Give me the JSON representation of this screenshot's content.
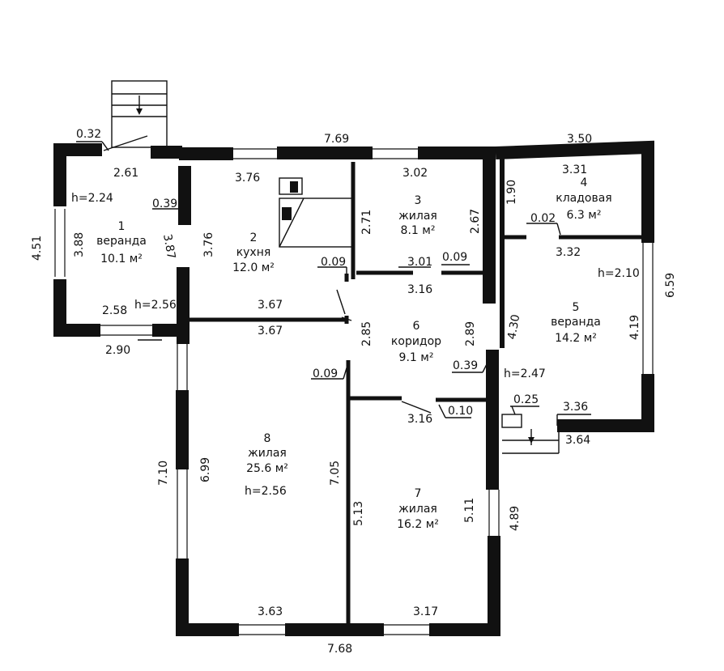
{
  "rooms": [
    {
      "num": "1",
      "name": "веранда",
      "area": "10.1 м²",
      "height": "h=2.24"
    },
    {
      "num": "2",
      "name": "кухня",
      "area": "12.0 м²"
    },
    {
      "num": "3",
      "name": "жилая",
      "area": "8.1 м²"
    },
    {
      "num": "4",
      "name": "кладовая",
      "area": "6.3 м²"
    },
    {
      "num": "5",
      "name": "веранда",
      "area": "14.2 м²",
      "height": "h=2.10"
    },
    {
      "num": "6",
      "name": "коридор",
      "area": "9.1 м²"
    },
    {
      "num": "7",
      "name": "жилая",
      "area": "16.2 м²"
    },
    {
      "num": "8",
      "name": "жилая",
      "area": "25.6 м²",
      "height": "h=2.56"
    }
  ],
  "heights": {
    "h_256_left": "h=2.56",
    "h_247": "h=2.47"
  },
  "dims": {
    "d_032": "0.32",
    "d_261": "2.61",
    "d_769": "7.69",
    "d_350": "3.50",
    "d_376_top": "3.76",
    "d_302": "3.02",
    "d_331": "3.31",
    "d_190": "1.90",
    "d_039_a": "0.39",
    "d_271": "2.71",
    "d_267": "2.67",
    "d_002": "0.02",
    "d_451": "4.51",
    "d_388": "3.88",
    "d_387": "3.87",
    "d_376_v": "3.76",
    "d_332": "3.32",
    "d_009_a": "0.09",
    "d_301": "3.01",
    "d_009_b": "0.09",
    "d_659": "6.59",
    "d_316_a": "3.16",
    "d_258": "2.58",
    "d_367_a": "3.67",
    "d_367_b": "3.67",
    "d_430": "4.30",
    "d_419": "4.19",
    "d_290": "2.90",
    "d_285": "2.85",
    "d_289": "2.89",
    "d_009_c": "0.09",
    "d_039_b": "0.39",
    "d_025": "0.25",
    "d_336": "3.36",
    "d_316_b": "3.16",
    "d_010": "0.10",
    "d_364": "3.64",
    "d_710": "7.10",
    "d_699": "6.99",
    "d_705": "7.05",
    "d_513": "5.13",
    "d_511": "5.11",
    "d_489": "4.89",
    "d_363": "3.63",
    "d_317": "3.17",
    "d_768": "7.68"
  }
}
